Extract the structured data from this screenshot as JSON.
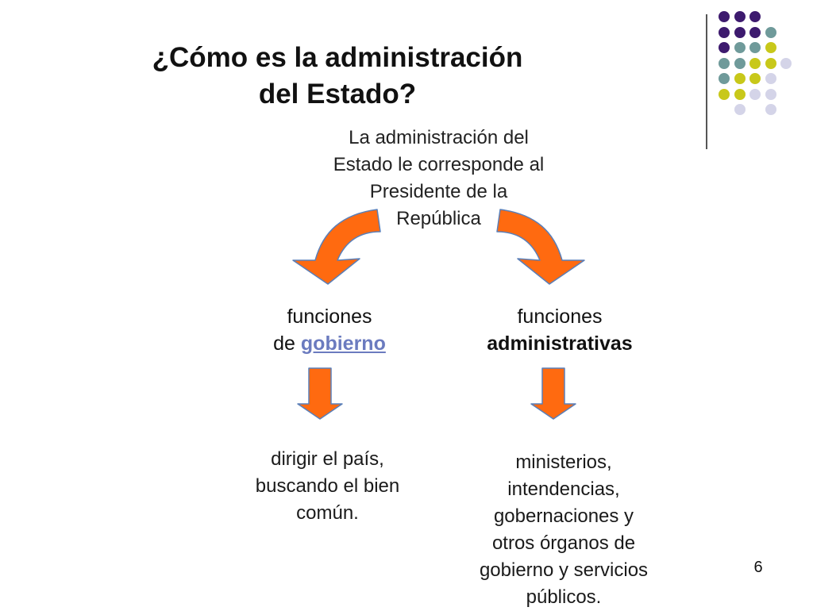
{
  "slide": {
    "title_lines": [
      "¿Cómo es la administración",
      "del Estado?"
    ],
    "intro_lines": [
      "La administración del",
      "Estado le corresponde al",
      "Presidente de la",
      "República"
    ],
    "left_node": {
      "line1": "funciones",
      "prefix": "de ",
      "link": "gobierno"
    },
    "right_node": {
      "line1": "funciones",
      "line2": "administrativas"
    },
    "left_result_lines": [
      "dirigir el país,",
      "buscando el bien",
      "común."
    ],
    "right_result_lines": [
      "ministerios,",
      "intendencias,",
      "gobernaciones y",
      "otros órganos de",
      "gobierno y servicios",
      "públicos."
    ],
    "page_number": "6"
  },
  "colors": {
    "arrow": "#ff6a10",
    "arrow_stroke": "#5a7fb8",
    "dot_purple": "#3d1a6e",
    "dot_teal": "#6f9a9a",
    "dot_lime": "#c8c81a",
    "dot_lavender": "#d4d4e8",
    "link": "#6b7bbf"
  }
}
